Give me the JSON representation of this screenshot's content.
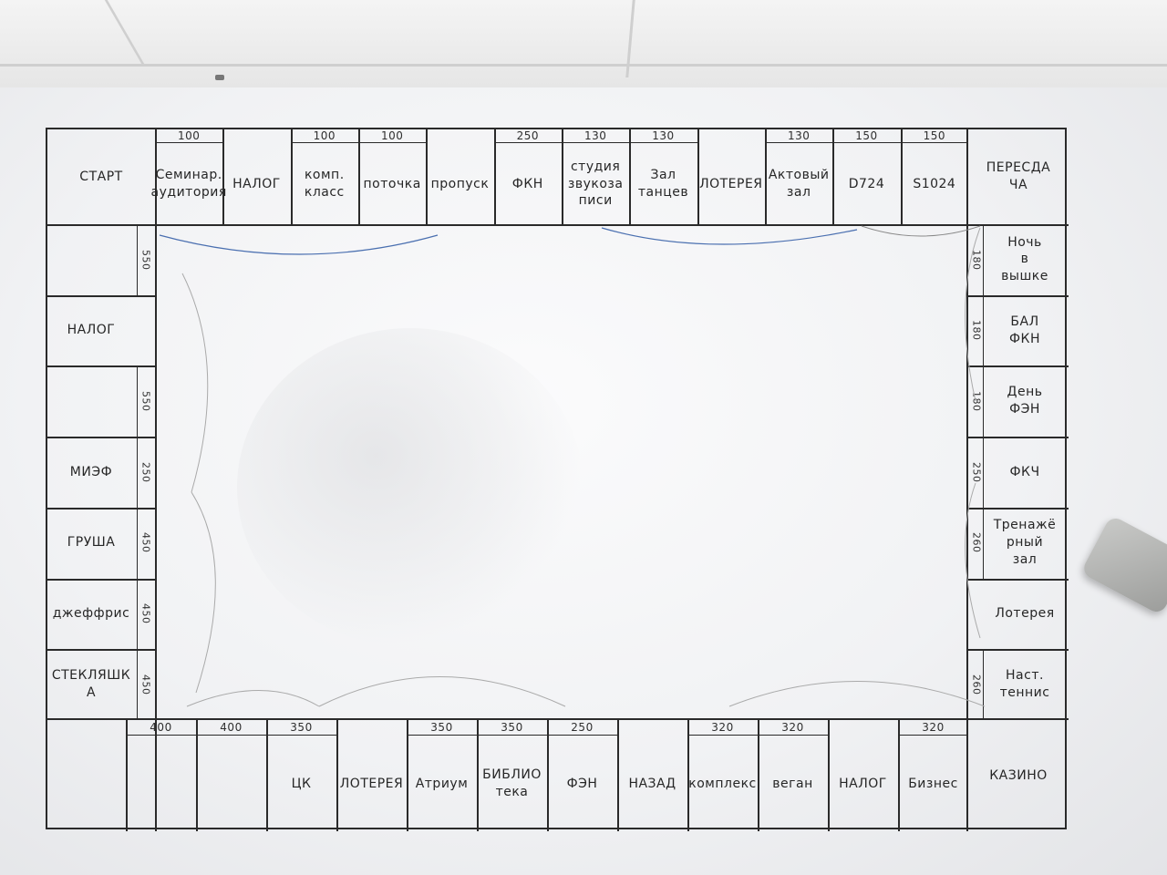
{
  "board": {
    "start": "СТАРТ",
    "top": [
      {
        "name": "Семинар.\nаудитория",
        "price": "100"
      },
      {
        "name": "НАЛОГ",
        "price": ""
      },
      {
        "name": "комп.\nкласс",
        "price": "100"
      },
      {
        "name": "поточка",
        "price": "100"
      },
      {
        "name": "пропуск",
        "price": ""
      },
      {
        "name": "ФКН",
        "price": "250"
      },
      {
        "name": "студия\nзвукоза\nписи",
        "price": "130"
      },
      {
        "name": "Зал\nтанцев",
        "price": "130"
      },
      {
        "name": "ЛОТЕРЕЯ",
        "price": ""
      },
      {
        "name": "Актовый\nзал",
        "price": "130"
      },
      {
        "name": "D724",
        "price": "150"
      },
      {
        "name": "S1024",
        "price": "150"
      }
    ],
    "corner_tr": "ПЕРЕСДА\nЧА",
    "right": [
      {
        "name": "Ночь\nв\nвышке",
        "price": "180"
      },
      {
        "name": "БАЛ\nФКН",
        "price": "180"
      },
      {
        "name": "День\nФЭН",
        "price": "180"
      },
      {
        "name": "ФКЧ",
        "price": "250"
      },
      {
        "name": "Тренажё\nрный\nзал",
        "price": "260"
      },
      {
        "name": "Лотерея",
        "price": ""
      },
      {
        "name": "Наст.\nтеннис",
        "price": "260"
      }
    ],
    "corner_br": "КАЗИНО",
    "bottom": [
      {
        "name": "Бизнес",
        "price": "320"
      },
      {
        "name": "НАЛОГ",
        "price": ""
      },
      {
        "name": "веган",
        "price": "320"
      },
      {
        "name": "комплекс",
        "price": "320"
      },
      {
        "name": "НАЗАД",
        "price": ""
      },
      {
        "name": "ФЭН",
        "price": "250"
      },
      {
        "name": "БИБЛИО\nтека",
        "price": "350"
      },
      {
        "name": "Атриум",
        "price": "350"
      },
      {
        "name": "ЛОТЕРЕЯ",
        "price": ""
      },
      {
        "name": "ЦК",
        "price": "350"
      },
      {
        "name": "",
        "price": "400"
      },
      {
        "name": "",
        "price": "400"
      }
    ],
    "corner_bl": "",
    "left": [
      {
        "name": "СТЕКЛЯШК\nА",
        "price": "450"
      },
      {
        "name": "джеффрис",
        "price": "450"
      },
      {
        "name": "ГРУША",
        "price": "450"
      },
      {
        "name": "МИЭФ",
        "price": "250"
      },
      {
        "name": "",
        "price": "550"
      },
      {
        "name": "НАЛОГ",
        "price": ""
      },
      {
        "name": "",
        "price": "550"
      }
    ]
  },
  "colors": {
    "ink": "#2a2a2a",
    "blue_marker": "#3d6fc7",
    "whiteboard": "#f3f4f6"
  },
  "blue_cells": [
    "ФКН",
    "ФКЧ",
    "ФЭН",
    "МИЭФ"
  ]
}
